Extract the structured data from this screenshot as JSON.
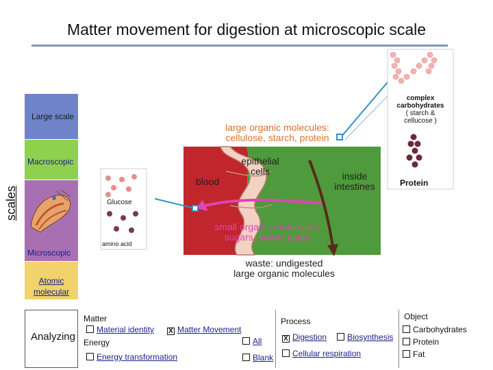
{
  "title": "Matter movement for digestion at microscopic scale",
  "scales": {
    "axis_label": "scales",
    "large": "Large scale",
    "macro": "Macroscopic",
    "micro": "Microscopic",
    "atomic_line1": "Atomic",
    "atomic_line2": "molecular"
  },
  "diagram": {
    "large_molecules_line1": "large organic molecules:",
    "large_molecules_line2": "cellulose, starch, protein",
    "epithelial_line1": "epithelial",
    "epithelial_line2": "cells",
    "blood": "blood",
    "inside_line1": "inside",
    "inside_line2": "intestines",
    "small_molecules_line1": "small organic molecules:",
    "small_molecules_line2": "sugars, amino acids",
    "waste_line1": "waste: undigested",
    "waste_line2": "large organic molecules",
    "glucose": "Glucose",
    "amino_acid": "amino acid",
    "complex_line1": "complex",
    "complex_line2": "carbohydrates",
    "complex_line3": "( starch &",
    "complex_line4": "cellucose )",
    "protein": "Protein"
  },
  "analyzing": {
    "label": "Analyzing",
    "matter": "Matter",
    "material_identity": "Material identity",
    "matter_movement": "Matter Movement",
    "energy": "Energy",
    "all": "All",
    "energy_transformation": "Energy transformation",
    "blank": "Blank",
    "process": "Process",
    "digestion": "Digestion",
    "biosynthesis": "Biosynthesis",
    "cellular_respiration": "Cellular respiration",
    "object": "Object",
    "carbohydrates": "Carbohydrates",
    "protein": "Protein",
    "fat": "Fat",
    "checked": "X"
  },
  "colors": {
    "blood_red": "#c0262b",
    "intestine_green": "#4f9a3c",
    "arrow_magenta": "#e044b4",
    "arrow_brown": "#5a2a1a",
    "connector_blue": "#2f8fc6"
  }
}
